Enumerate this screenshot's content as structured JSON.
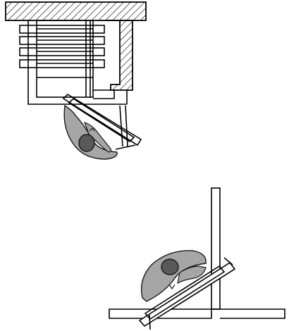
{
  "colors": {
    "background": "#ffffff",
    "line": "#000000",
    "hatch": "#000000",
    "person_body": "#a6a6a6",
    "person_head": "#595959",
    "person_outline": "#1a1a1a"
  },
  "scenes": [
    {
      "name": "scene-top",
      "elements": [
        "hatched-ceiling",
        "hatched-column",
        "shelving-unit",
        "hand-cart",
        "person"
      ]
    },
    {
      "name": "scene-bottom",
      "elements": [
        "wall-vertical",
        "wall-horizontal",
        "hand-cart",
        "person"
      ]
    }
  ]
}
